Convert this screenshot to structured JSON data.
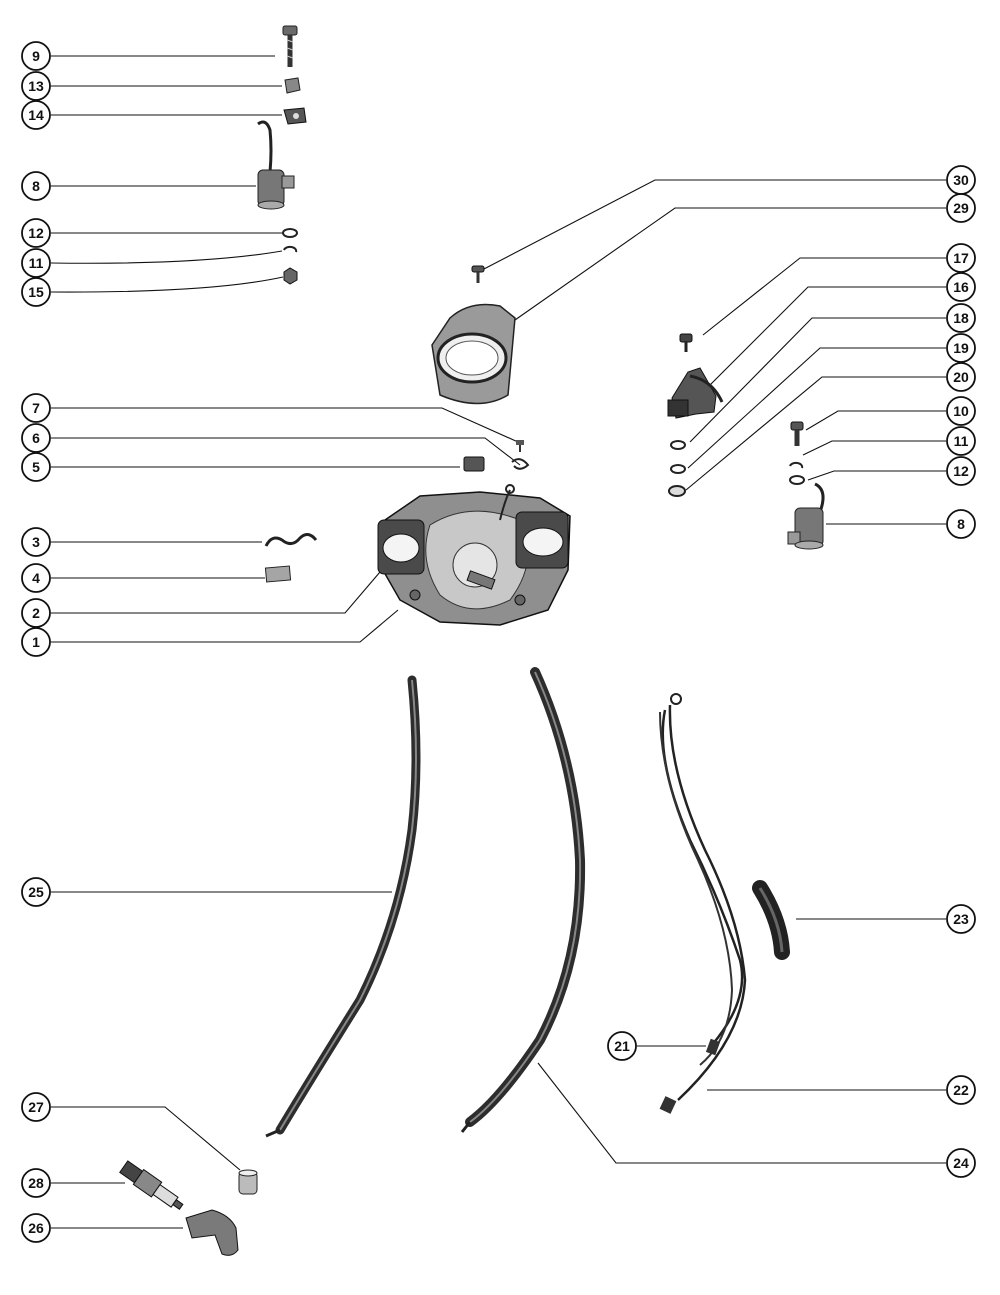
{
  "callouts": [
    {
      "id": "c9",
      "label": "9"
    },
    {
      "id": "c13",
      "label": "13"
    },
    {
      "id": "c14",
      "label": "14"
    },
    {
      "id": "c8a",
      "label": "8"
    },
    {
      "id": "c12a",
      "label": "12"
    },
    {
      "id": "c11a",
      "label": "11"
    },
    {
      "id": "c15",
      "label": "15"
    },
    {
      "id": "c7",
      "label": "7"
    },
    {
      "id": "c6",
      "label": "6"
    },
    {
      "id": "c5",
      "label": "5"
    },
    {
      "id": "c3",
      "label": "3"
    },
    {
      "id": "c4",
      "label": "4"
    },
    {
      "id": "c2",
      "label": "2"
    },
    {
      "id": "c1",
      "label": "1"
    },
    {
      "id": "c30",
      "label": "30"
    },
    {
      "id": "c29",
      "label": "29"
    },
    {
      "id": "c17",
      "label": "17"
    },
    {
      "id": "c16",
      "label": "16"
    },
    {
      "id": "c18",
      "label": "18"
    },
    {
      "id": "c19",
      "label": "19"
    },
    {
      "id": "c20",
      "label": "20"
    },
    {
      "id": "c10",
      "label": "10"
    },
    {
      "id": "c11b",
      "label": "11"
    },
    {
      "id": "c12b",
      "label": "12"
    },
    {
      "id": "c8b",
      "label": "8"
    },
    {
      "id": "c25",
      "label": "25"
    },
    {
      "id": "c23",
      "label": "23"
    },
    {
      "id": "c21",
      "label": "21"
    },
    {
      "id": "c22",
      "label": "22"
    },
    {
      "id": "c27",
      "label": "27"
    },
    {
      "id": "c28",
      "label": "28"
    },
    {
      "id": "c26",
      "label": "26"
    },
    {
      "id": "c24",
      "label": "24"
    }
  ]
}
